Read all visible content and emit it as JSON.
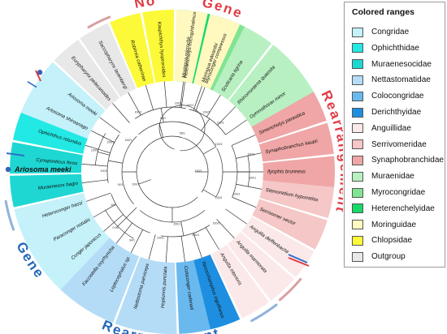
{
  "legend": {
    "title": "Colored ranges",
    "items": [
      {
        "label": "Congridae",
        "color": "#c4f1fa"
      },
      {
        "label": "Ophichthidae",
        "color": "#22e9e4"
      },
      {
        "label": "Muraenesocidae",
        "color": "#1ed7d2"
      },
      {
        "label": "Nettastomatidae",
        "color": "#b4dcf7"
      },
      {
        "label": "Colocongridae",
        "color": "#6ab9ee"
      },
      {
        "label": "Derichthyidae",
        "color": "#1e8fe0"
      },
      {
        "label": "Anguillidae",
        "color": "#fbe9e9"
      },
      {
        "label": "Serrivomeridae",
        "color": "#f5c7c7"
      },
      {
        "label": "Synaphobranchidae",
        "color": "#f0a6a6"
      },
      {
        "label": "Muraenidae",
        "color": "#b8f0c2"
      },
      {
        "label": "Myrocongridae",
        "color": "#80e492"
      },
      {
        "label": "Heterenchelyidae",
        "color": "#16d96a"
      },
      {
        "label": "Moringuidae",
        "color": "#fff9c0"
      },
      {
        "label": "Chlopsidae",
        "color": "#fcfa38"
      },
      {
        "label": "Outgroup",
        "color": "#e8e8e8"
      }
    ]
  },
  "annotations": {
    "top_no": "No",
    "top_gene": "Gene",
    "right_rearrangement": "Rearrangement",
    "left_gene": "Gene",
    "bottom_rearrangement": "Rearrangement",
    "highlight_taxon": "Ariosoma meeki"
  },
  "taxa": [
    "Heterenchelys microphthalmus",
    "Myroconger compressus",
    "Scuticaria tigrina",
    "Rhinomuraena quaesita",
    "Gymnothorax minor",
    "Simenchelys parasitica",
    "Synaphobranchus kaupii",
    "Ilyophis brunneus",
    "Stemonidium hypomelas",
    "Serrivomer sector",
    "Anguilla dieffenbachii",
    "Anguilla marmorata",
    "Anguilla interioris",
    "Nessorhamphus ingolfianus",
    "Coloconger cadenati",
    "Hoplunnis punctata",
    "Nettastoma parviceps",
    "Leptocephalus sp.",
    "Facciolella oxyrhyncha",
    "Conger japonicus",
    "Paraconger notialis",
    "Heteroconger hassi",
    "Muraenesox bagio",
    "Cynoponticus ferox",
    "Ophichthus rotundus",
    "Ariosoma shiroanago",
    "Ariosoma meeki",
    "Eurypharynx pelecanoides",
    "Saccopharynx lavenbergi",
    "Robinsia catherinae",
    "Kaupichthys hyoproroides",
    "Moringua microchir",
    "Moringua edwardsi"
  ],
  "bootstrap": [
    "100/1",
    "100/1",
    "100/1",
    "100/1",
    "100/1",
    "100/1",
    "100/1",
    "100/1",
    "100/1",
    "100/1",
    "100/1",
    "100/1",
    "94/1",
    "0.96",
    "100",
    "92/1",
    "100/1",
    "100/1",
    "100/1",
    "100/1",
    "100/1",
    "99/1",
    "100/1",
    "56/1",
    "100/1",
    "100/1"
  ]
}
